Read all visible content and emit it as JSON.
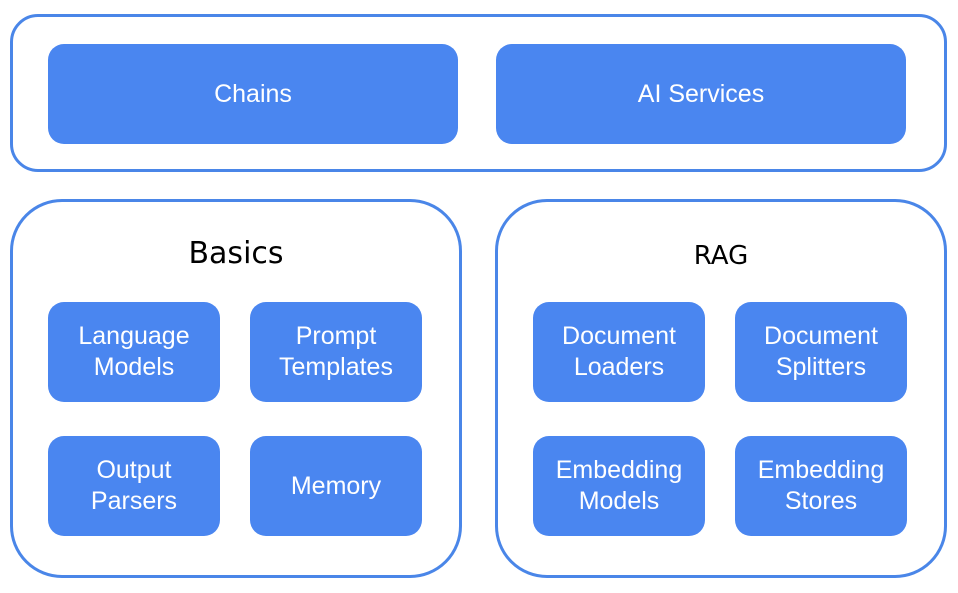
{
  "top": {
    "chains_label": "Chains",
    "ai_services_label": "AI Services"
  },
  "basics": {
    "title": "Basics",
    "items": [
      "Language\nModels",
      "Prompt\nTemplates",
      "Output\nParsers",
      "Memory"
    ]
  },
  "rag": {
    "title": "RAG",
    "items": [
      "Document\nLoaders",
      "Document\nSplitters",
      "Embedding\nModels",
      "Embedding\nStores"
    ]
  },
  "colors": {
    "box_fill": "#4a86f0",
    "panel_border": "#4a86e8"
  }
}
